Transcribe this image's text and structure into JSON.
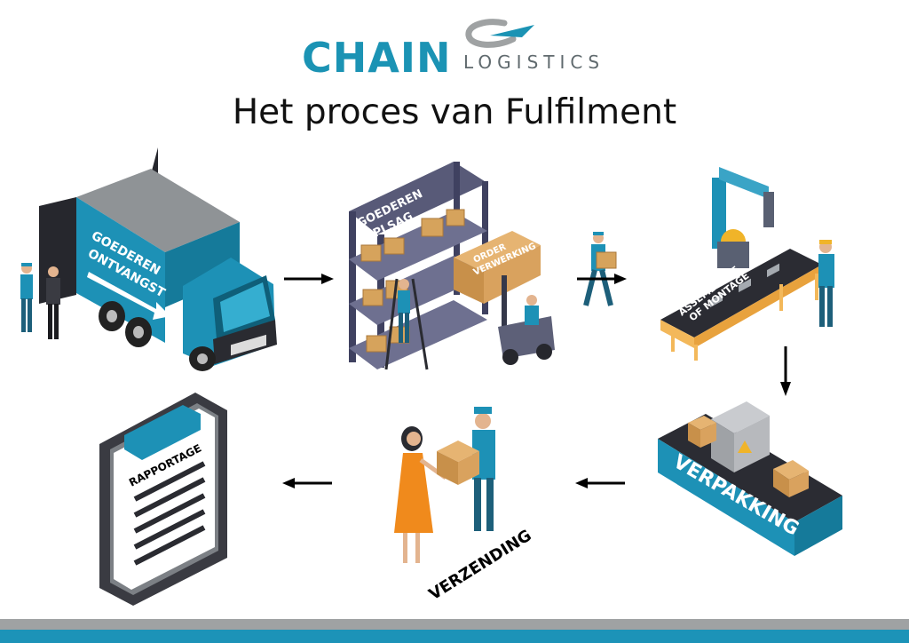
{
  "logo": {
    "brand": "CHAIN",
    "sub": "LOGISTICS"
  },
  "title": "Het proces van Fulfilment",
  "steps": {
    "receiving": {
      "label_line1": "GOEDEREN",
      "label_line2": "ONTVANGST"
    },
    "storage": {
      "label_line1": "GOEDEREN",
      "label_line2": "OPLSAG",
      "crate_line1": "ORDER",
      "crate_line2": "VERWERKING"
    },
    "assembly": {
      "label_line1": "ASSEMBLAGE",
      "label_line2": "OF MONTAGE"
    },
    "packing": {
      "label": "VERPAKKING"
    },
    "shipping": {
      "label": "VERZENDING"
    },
    "reporting": {
      "label": "RAPPORTAGE"
    }
  },
  "colors": {
    "brand_blue": "#1b93b4",
    "dark": "#2f2f35",
    "footer_grey": "#9fa2a3"
  }
}
